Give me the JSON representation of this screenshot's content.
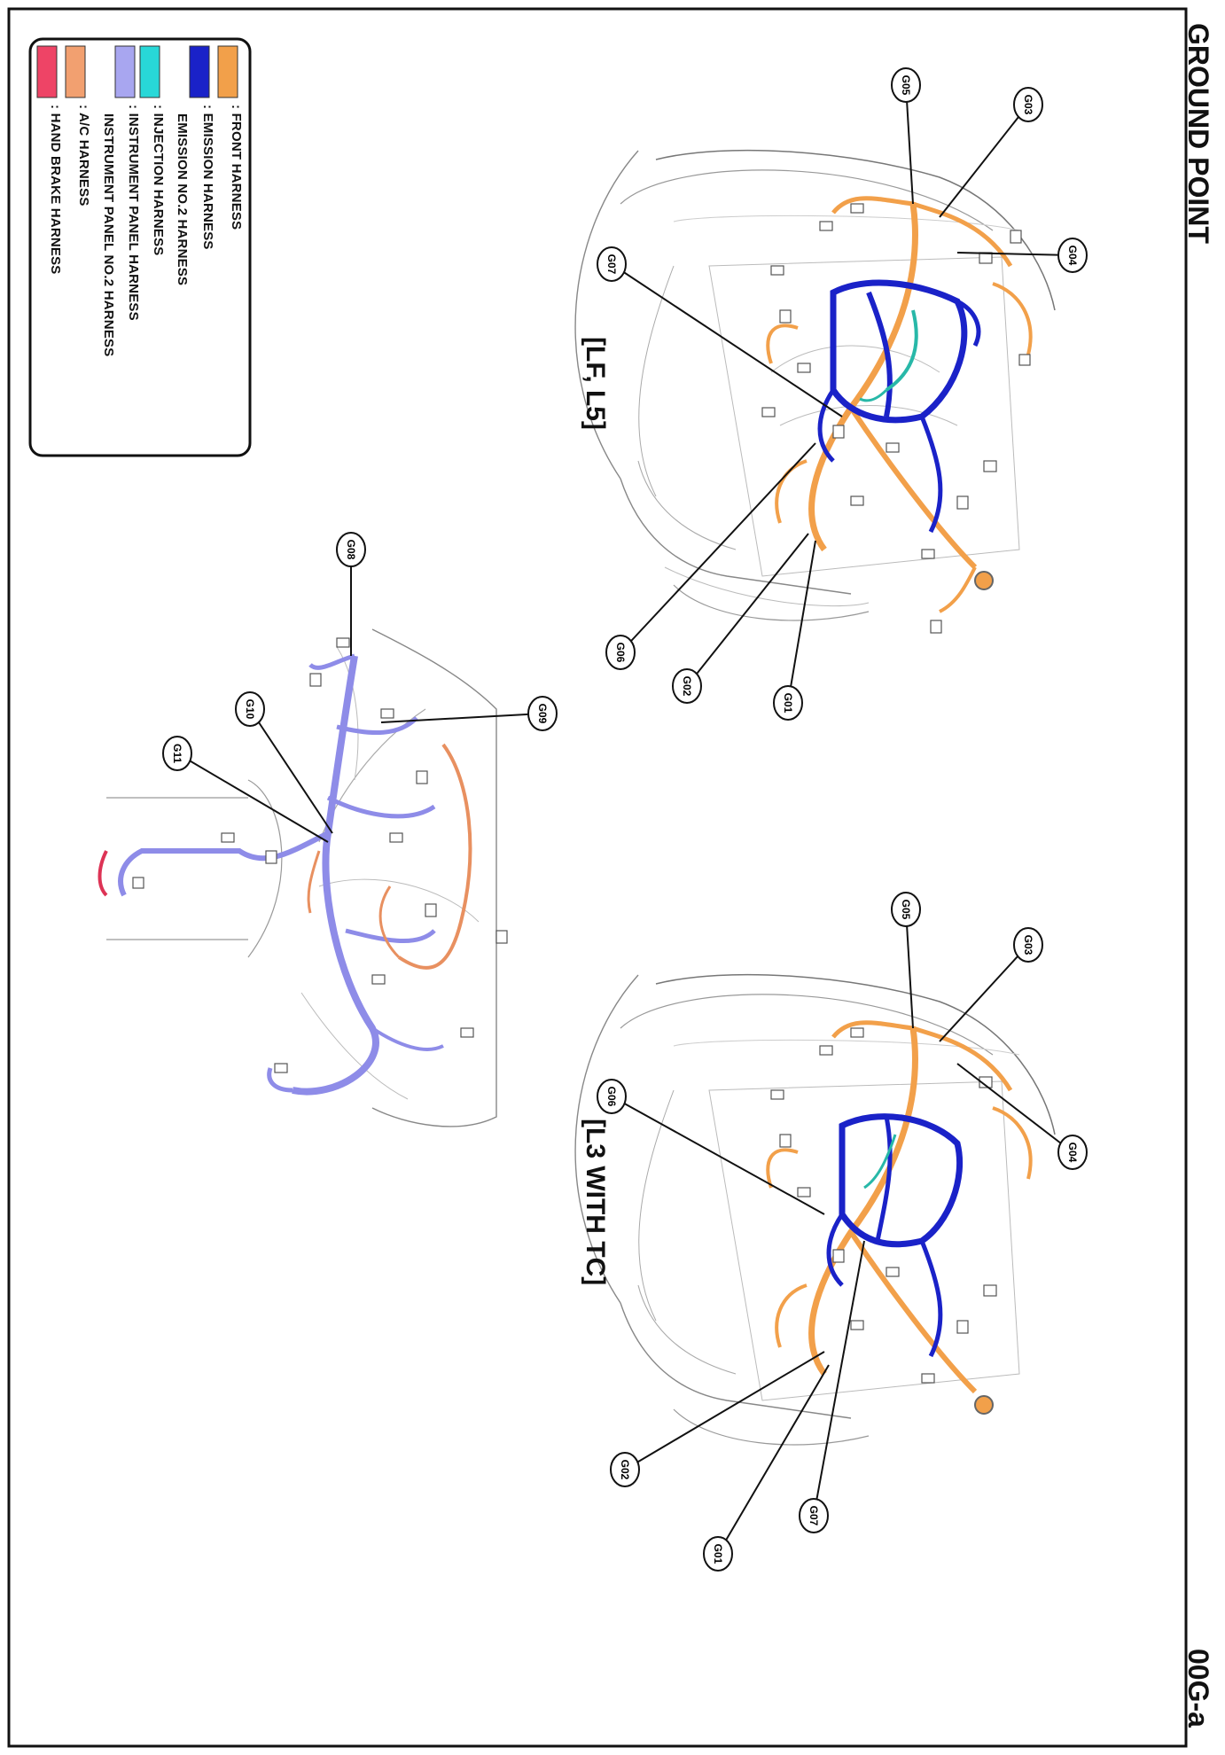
{
  "page": {
    "title": "GROUND POINT",
    "page_code": "00G-a"
  },
  "views": [
    {
      "label": "[LF, L5]"
    },
    {
      "label": "[L3 WITH TC]"
    }
  ],
  "ground_points": {
    "lf_l5": [
      "G01",
      "G02",
      "G03",
      "G04",
      "G05",
      "G06",
      "G07"
    ],
    "l3_tc": [
      "G01",
      "G02",
      "G03",
      "G04",
      "G05",
      "G06",
      "G07"
    ],
    "instrument": [
      "G08",
      "G09",
      "G10",
      "G11"
    ]
  },
  "legend": {
    "items": [
      {
        "label": ": FRONT HARNESS",
        "colors": [
          "#f2a04a"
        ]
      },
      {
        "label": ": EMISSION HARNESS",
        "colors": [
          "#1a22c8"
        ]
      },
      {
        "label": "EMISSION NO.2 HARNESS",
        "colors": []
      },
      {
        "label": ": INJECTION HARNESS",
        "colors": [
          "#28d8d8"
        ]
      },
      {
        "label": ": INSTRUMENT PANEL HARNESS",
        "colors": [
          "#a8a6f0"
        ]
      },
      {
        "label": "INSTRUMENT PANEL NO.2 HARNESS",
        "colors": []
      },
      {
        "label": ": A/C HARNESS",
        "colors": [
          "#f2a070"
        ]
      },
      {
        "label": ": HAND BRAKE HARNESS",
        "colors": [
          "#ee4466"
        ]
      }
    ]
  },
  "colors": {
    "front": "#f2a04a",
    "emission": "#1a22c8",
    "injection": "#28b8a8",
    "instrument": "#8e8ce8",
    "ac": "#e89060",
    "handbrake": "#dd3355",
    "outline": "#777777"
  }
}
